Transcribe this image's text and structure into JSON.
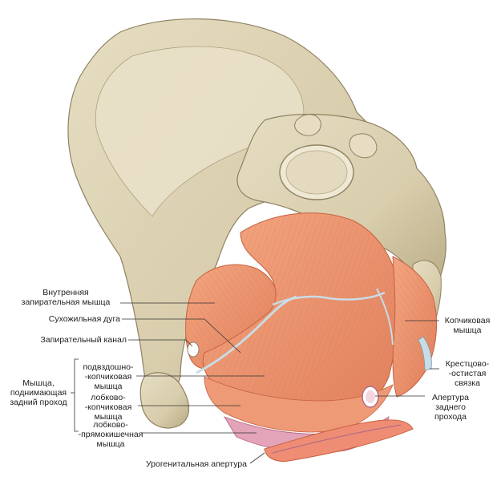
{
  "labels": {
    "obturator_internus": [
      "Внутренняя",
      "запирательная мышца"
    ],
    "tendinous_arch": [
      "Сухожильная дуга"
    ],
    "obturator_canal": [
      "Запирательный канал"
    ],
    "levator_ani": [
      "Мышца,",
      "поднимающая",
      "задний проход"
    ],
    "iliococcygeus": [
      "подвздошно-",
      "-копчиковая",
      "мышца"
    ],
    "pubococcygeus": [
      "лобково-",
      "-копчиковая",
      "мышца"
    ],
    "puborectalis": [
      "лобково-",
      "-прямокишечная",
      "мышца"
    ],
    "urogenital_aperture": [
      "Урогенитальная апертура"
    ],
    "coccygeus": [
      "Копчиковая",
      "мышца"
    ],
    "sacrospinous_ligament": [
      "Крестцово-",
      "-остистая",
      "связка"
    ],
    "anal_aperture": [
      "Апертура",
      "заднего",
      "прохода"
    ]
  },
  "colors": {
    "bone": "#ddd3b4",
    "bone_dark": "#b9ad8a",
    "muscle": "#ef9672",
    "muscle_dark": "#d86e4c",
    "tendon": "#c9dde6",
    "puborectalis": "#e3a3b8"
  }
}
